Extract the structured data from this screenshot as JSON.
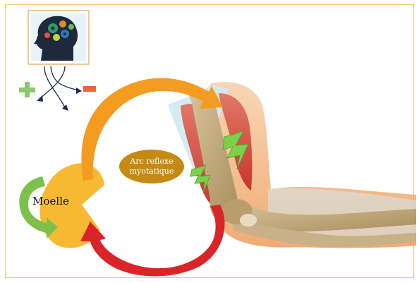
{
  "diagram": {
    "spinal_cord_label": "Moelle",
    "reflex_label_line1": "Arc reflexe",
    "reflex_label_line2": "myotatique",
    "plus_symbol": "+",
    "minus_symbol": "-",
    "colors": {
      "frame_border": "#f2c57a",
      "spinal_cord": "#f7b932",
      "afferent_arrow": "#f39c1f",
      "efferent_arrow": "#d9252a",
      "reflex_badge": "#c48a14",
      "green_arrow": "#7cc24a",
      "plus": "#8cc96b",
      "minus": "#e8663a",
      "brain_pathways": "#1f2a4a"
    },
    "icons": [
      "head-gears-icon",
      "lightning-icon"
    ]
  }
}
